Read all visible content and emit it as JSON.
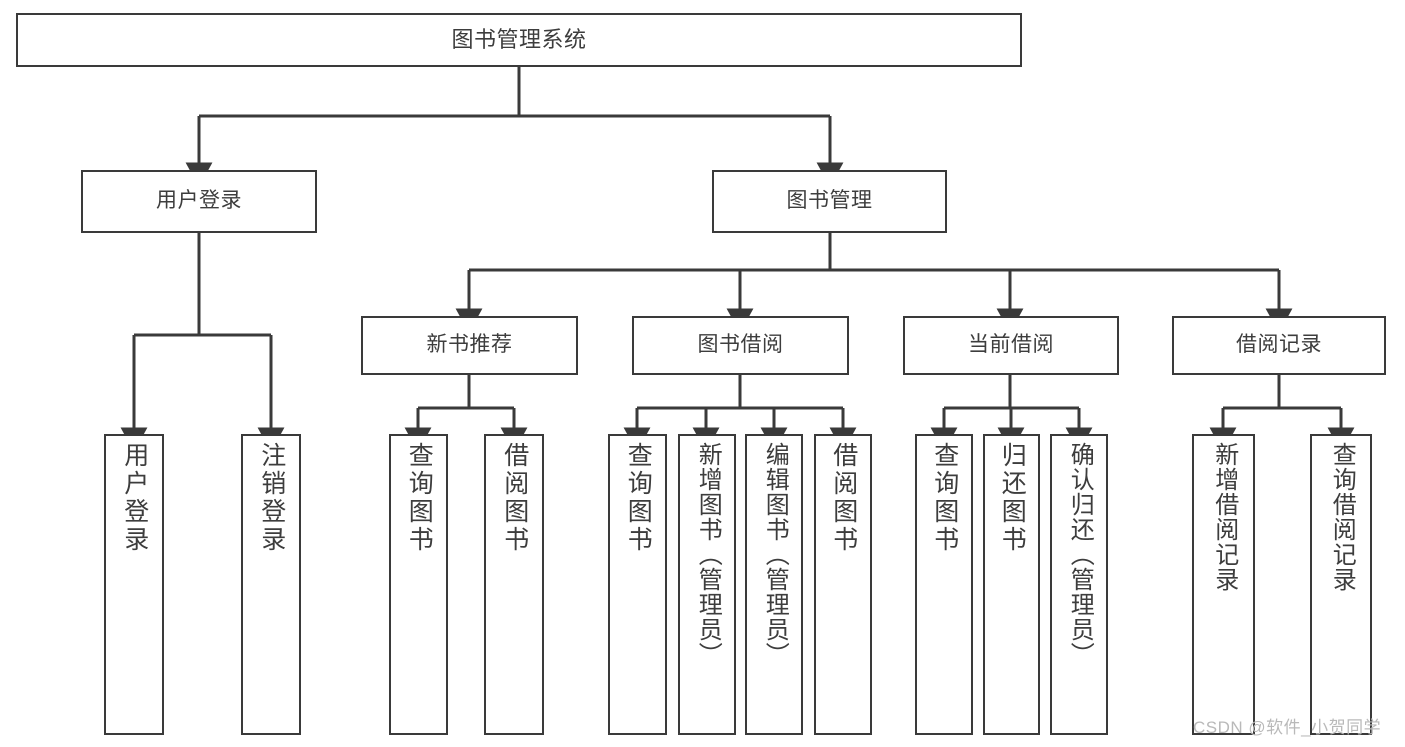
{
  "diagram": {
    "title": "图书管理系统",
    "type": "tree",
    "watermark": "CSDN @软件_小贺同学",
    "colors": {
      "box_border": "#3a3a3a",
      "box_fill": "#ffffff",
      "text": "#3d3d3d",
      "connector": "#3a3a3a",
      "watermark": "#b9b9b9"
    },
    "root": {
      "label": "图书管理系统"
    },
    "level1": [
      {
        "id": "user-login",
        "label": "用户登录"
      },
      {
        "id": "book-manage",
        "label": "图书管理"
      }
    ],
    "level2": [
      {
        "id": "new-book-recommend",
        "label": "新书推荐",
        "parent": "book-manage"
      },
      {
        "id": "book-borrow",
        "label": "图书借阅",
        "parent": "book-manage"
      },
      {
        "id": "current-borrow",
        "label": "当前借阅",
        "parent": "book-manage"
      },
      {
        "id": "borrow-record",
        "label": "借阅记录",
        "parent": "book-manage"
      }
    ],
    "leaves": [
      {
        "id": "leaf-user-login",
        "label": "用户登录",
        "parent": "user-login"
      },
      {
        "id": "leaf-logout",
        "label": "注销登录",
        "parent": "user-login"
      },
      {
        "id": "leaf-query-book-1",
        "label": "查询图书",
        "parent": "new-book-recommend"
      },
      {
        "id": "leaf-borrow-book-1",
        "label": "借阅图书",
        "parent": "new-book-recommend"
      },
      {
        "id": "leaf-query-book-2",
        "label": "查询图书",
        "parent": "book-borrow"
      },
      {
        "id": "leaf-add-book",
        "label": "新增图书（管理员）",
        "parent": "book-borrow"
      },
      {
        "id": "leaf-edit-book",
        "label": "编辑图书（管理员）",
        "parent": "book-borrow"
      },
      {
        "id": "leaf-borrow-book-2",
        "label": "借阅图书",
        "parent": "book-borrow"
      },
      {
        "id": "leaf-query-book-3",
        "label": "查询图书",
        "parent": "current-borrow"
      },
      {
        "id": "leaf-return-book",
        "label": "归还图书",
        "parent": "current-borrow"
      },
      {
        "id": "leaf-confirm-return",
        "label": "确认归还（管理员）",
        "parent": "current-borrow"
      },
      {
        "id": "leaf-add-record",
        "label": "新增借阅记录",
        "parent": "borrow-record"
      },
      {
        "id": "leaf-query-record",
        "label": "查询借阅记录",
        "parent": "borrow-record"
      }
    ]
  }
}
